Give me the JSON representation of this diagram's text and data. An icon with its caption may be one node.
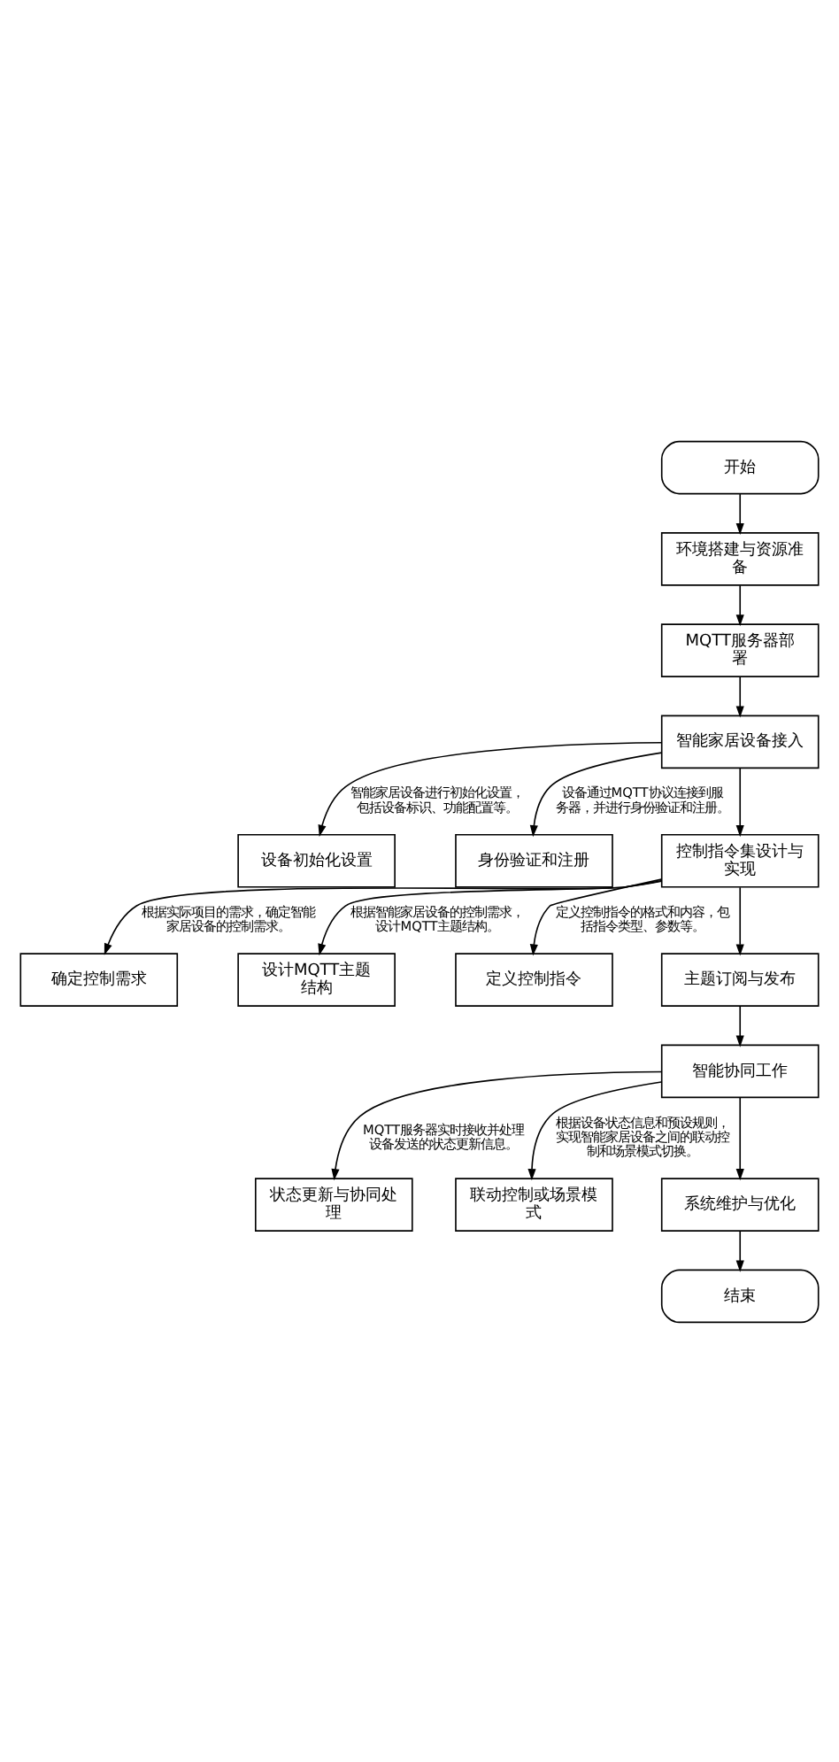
{
  "diagram": {
    "nodes": [
      {
        "text": [
          "开始"
        ]
      },
      {
        "text": [
          "环境搭建与资源准备"
        ]
      },
      {
        "text": [
          "MQTT服务器部署"
        ]
      },
      {
        "text": [
          "智能家居设备接入"
        ]
      },
      {
        "text": [
          "设备初始化设置"
        ]
      },
      {
        "text": [
          "身份验证和注册"
        ]
      },
      {
        "text": [
          "控制指令集设计与实现"
        ]
      },
      {
        "text": [
          "确定控制需求"
        ]
      },
      {
        "text": [
          "设计MQTT主题结构"
        ]
      },
      {
        "text": [
          "定义控制指令"
        ]
      },
      {
        "text": [
          "主题订阅与发布"
        ]
      },
      {
        "text": [
          "智能协同工作"
        ]
      },
      {
        "text": [
          "状态更新与协同处理"
        ]
      },
      {
        "text": [
          "联动控制或场景模式"
        ]
      },
      {
        "text": [
          "系统维护与优化"
        ]
      },
      {
        "text": [
          "结束"
        ]
      }
    ],
    "edges": [
      {
        "from": 0,
        "to": 1,
        "arrow": "to"
      },
      {
        "from": 1,
        "to": 2,
        "arrow": "to"
      },
      {
        "from": 2,
        "to": 3,
        "arrow": "to"
      },
      {
        "from": 3,
        "to": 4,
        "arrow": "to",
        "label": "智能家居设备进行初始化设置，包括设备标识、功能配置等。"
      },
      {
        "from": 3,
        "to": 5,
        "arrow": "to",
        "label": "设备通过MQTT协议连接到服务器，并进行身份验证和注册。"
      },
      {
        "from": 3,
        "to": 6,
        "arrow": "to"
      },
      {
        "from": 6,
        "to": 7,
        "arrow": "to",
        "label": "根据实际项目的需求，确定智能家居设备的控制需求。"
      },
      {
        "from": 6,
        "to": 8,
        "arrow": "to",
        "label": "根据智能家居设备的控制需求，设计MQTT主题结构。"
      },
      {
        "from": 6,
        "to": 9,
        "arrow": "to",
        "label": "定义控制指令的格式和内容，包括指令类型、参数等。"
      },
      {
        "from": 6,
        "to": 10,
        "arrow": "to"
      },
      {
        "from": 10,
        "to": 11,
        "arrow": "to"
      },
      {
        "from": 11,
        "to": 12,
        "arrow": "to",
        "label": "MQTT服务器实时接收并处理设备发送的状态更新信息。"
      },
      {
        "from": 11,
        "to": 13,
        "arrow": "to",
        "label": "根据设备状态信息和预设规则，实现智能家居设备之间的联动控制和场景模式切换。"
      },
      {
        "from": 11,
        "to": 14,
        "arrow": "to"
      },
      {
        "from": 14,
        "to": 15,
        "arrow": "to"
      }
    ]
  }
}
